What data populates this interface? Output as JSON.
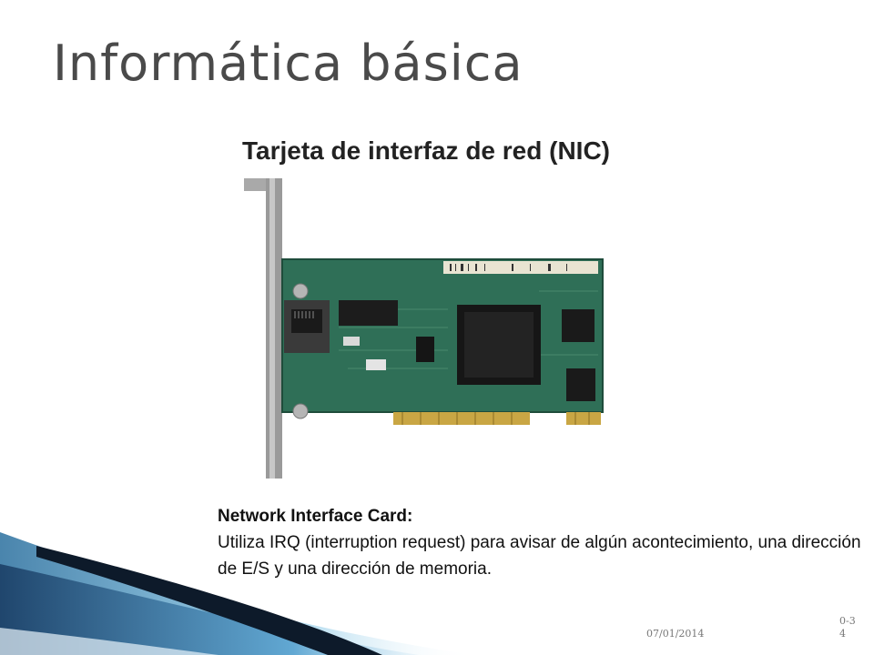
{
  "slide": {
    "title": "Informática básica",
    "figure_heading": "Tarjeta de interfaz de red (NIC)",
    "caption_heading": "Network Interface Card:",
    "caption_body": "Utiliza IRQ (interruption request) para avisar de algún acontecimiento, una dirección de E/S y una dirección de memoria.",
    "footer_date": "07/01/2014",
    "footer_page": "0-34"
  },
  "colors": {
    "title": "#4a4a4a",
    "pcb": "#2f6f57",
    "bracket": "#9a9a9a",
    "gold": "#c9a644",
    "wave_dark": "#1b3f66",
    "wave_light": "#7fbfe3"
  }
}
